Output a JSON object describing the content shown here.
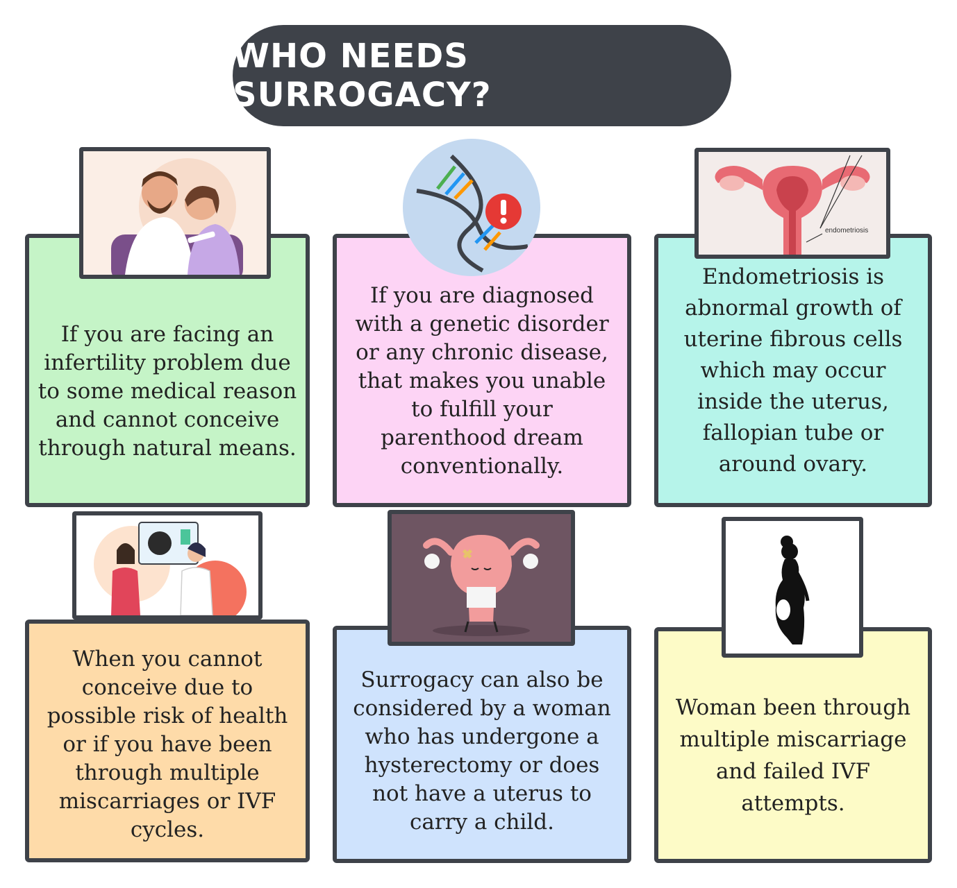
{
  "title": "WHO NEEDS SURROGACY?",
  "colors": {
    "dark": "#3e4249",
    "green": "#c5f4c7",
    "pink": "#fdd4f5",
    "teal": "#b6f4ea",
    "orange": "#fedba9",
    "blue": "#cfe3fd",
    "yellow": "#fdfbc7"
  },
  "cards": [
    {
      "text": "If you are facing an infertility problem due to some medical reason and cannot conceive through natural means.",
      "icon": "sad-couple-icon"
    },
    {
      "text": "If you are diagnosed with a genetic disorder or any chronic disease, that makes you unable to fulfill your parenthood dream conventionally.",
      "icon": "dna-warning-icon"
    },
    {
      "text": "Endometriosis is abnormal growth of uterine fibrous cells which may occur inside the uterus, fallopian tube or around ovary.",
      "icon": "uterus-diagram-icon"
    },
    {
      "text": "When you cannot conceive due to possible risk of health or if you have been through multiple miscarriages or IVF cycles.",
      "icon": "ultrasound-doctor-icon"
    },
    {
      "text": "Surrogacy can also be considered by a woman who has undergone a hysterectomy or does not have a uterus to carry a child.",
      "icon": "injured-uterus-icon"
    },
    {
      "text": "Woman been through multiple miscarriage and failed IVF attempts.",
      "icon": "pregnant-silhouette-icon"
    }
  ],
  "diagram_label": "endometriosis"
}
